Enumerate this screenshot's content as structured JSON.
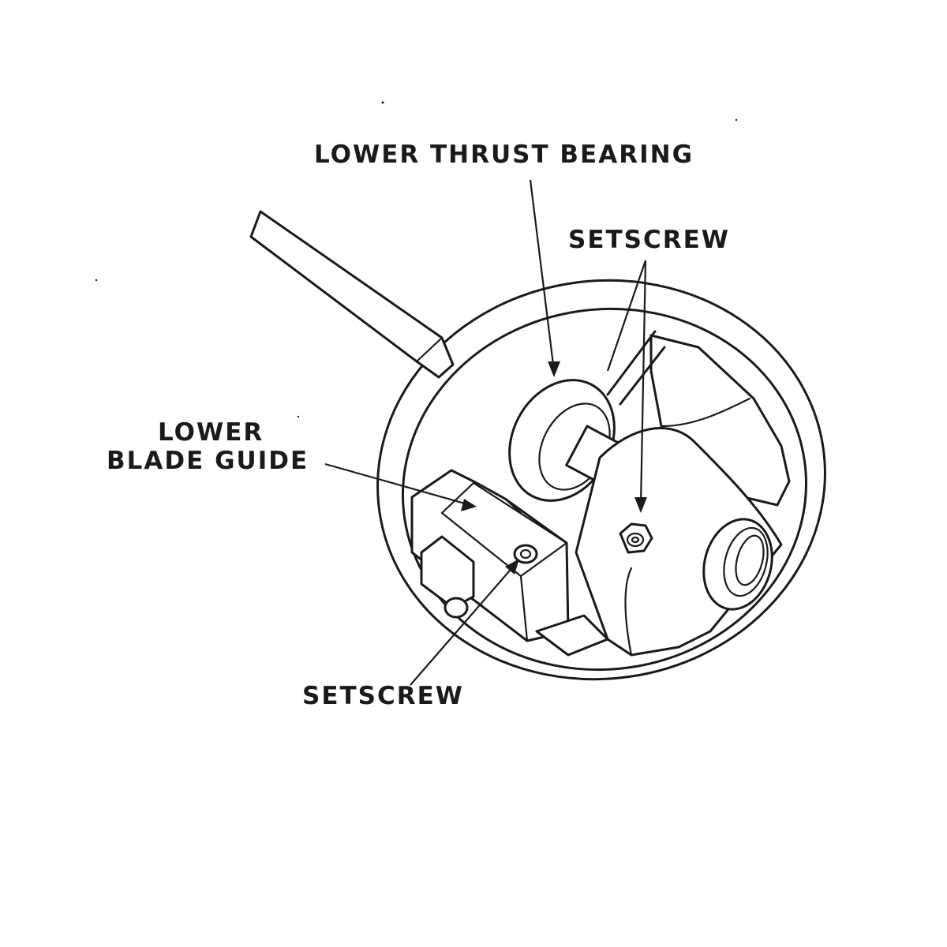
{
  "labels": {
    "lower_thrust_bearing": "LOWER THRUST BEARING",
    "setscrew_top": "SETSCREW",
    "lower_blade_guide_line1": "LOWER",
    "lower_blade_guide_line2": "BLADE GUIDE",
    "setscrew_bottom": "SETSCREW"
  },
  "colors": {
    "ink": "#1a1a1a",
    "paper": "#ffffff"
  }
}
